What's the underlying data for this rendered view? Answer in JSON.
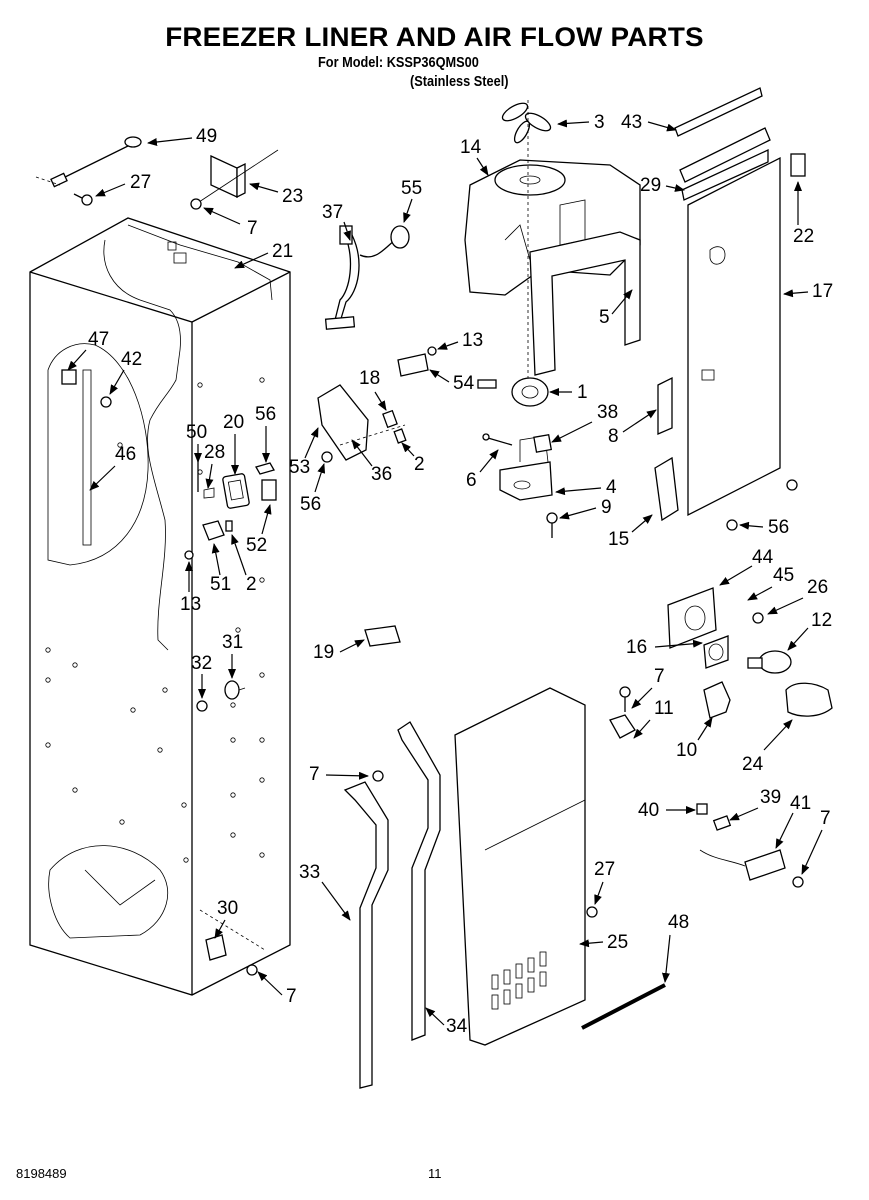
{
  "header": {
    "title": "FREEZER LINER AND AIR FLOW PARTS",
    "model_line": "For Model: KSSP36QMS00",
    "finish_line": "(Stainless Steel)"
  },
  "footer": {
    "document_number": "8198489",
    "page_number": "11"
  },
  "callouts": [
    {
      "id": "49",
      "text": "49"
    },
    {
      "id": "27a",
      "text": "27"
    },
    {
      "id": "23",
      "text": "23"
    },
    {
      "id": "7a",
      "text": "7"
    },
    {
      "id": "21",
      "text": "21"
    },
    {
      "id": "37",
      "text": "37"
    },
    {
      "id": "55",
      "text": "55"
    },
    {
      "id": "3",
      "text": "3"
    },
    {
      "id": "14",
      "text": "14"
    },
    {
      "id": "43",
      "text": "43"
    },
    {
      "id": "29",
      "text": "29"
    },
    {
      "id": "22",
      "text": "22"
    },
    {
      "id": "17",
      "text": "17"
    },
    {
      "id": "5",
      "text": "5"
    },
    {
      "id": "13a",
      "text": "13"
    },
    {
      "id": "54",
      "text": "54"
    },
    {
      "id": "47",
      "text": "47"
    },
    {
      "id": "42",
      "text": "42"
    },
    {
      "id": "18",
      "text": "18"
    },
    {
      "id": "1",
      "text": "1"
    },
    {
      "id": "38",
      "text": "38"
    },
    {
      "id": "8",
      "text": "8"
    },
    {
      "id": "50",
      "text": "50"
    },
    {
      "id": "20",
      "text": "20"
    },
    {
      "id": "56a",
      "text": "56"
    },
    {
      "id": "28",
      "text": "28"
    },
    {
      "id": "46",
      "text": "46"
    },
    {
      "id": "53",
      "text": "53"
    },
    {
      "id": "36",
      "text": "36"
    },
    {
      "id": "2a",
      "text": "2"
    },
    {
      "id": "6",
      "text": "6"
    },
    {
      "id": "56b",
      "text": "56"
    },
    {
      "id": "4",
      "text": "4"
    },
    {
      "id": "9",
      "text": "9"
    },
    {
      "id": "15",
      "text": "15"
    },
    {
      "id": "56c",
      "text": "56"
    },
    {
      "id": "52",
      "text": "52"
    },
    {
      "id": "51",
      "text": "51"
    },
    {
      "id": "2b",
      "text": "2"
    },
    {
      "id": "13b",
      "text": "13"
    },
    {
      "id": "44",
      "text": "44"
    },
    {
      "id": "45",
      "text": "45"
    },
    {
      "id": "26",
      "text": "26"
    },
    {
      "id": "12",
      "text": "12"
    },
    {
      "id": "16",
      "text": "16"
    },
    {
      "id": "19",
      "text": "19"
    },
    {
      "id": "31",
      "text": "31"
    },
    {
      "id": "32",
      "text": "32"
    },
    {
      "id": "7b",
      "text": "7"
    },
    {
      "id": "11",
      "text": "11"
    },
    {
      "id": "10",
      "text": "10"
    },
    {
      "id": "24",
      "text": "24"
    },
    {
      "id": "7c",
      "text": "7"
    },
    {
      "id": "40",
      "text": "40"
    },
    {
      "id": "39",
      "text": "39"
    },
    {
      "id": "41",
      "text": "41"
    },
    {
      "id": "7d",
      "text": "7"
    },
    {
      "id": "33",
      "text": "33"
    },
    {
      "id": "27b",
      "text": "27"
    },
    {
      "id": "30",
      "text": "30"
    },
    {
      "id": "48",
      "text": "48"
    },
    {
      "id": "25",
      "text": "25"
    },
    {
      "id": "7e",
      "text": "7"
    },
    {
      "id": "34",
      "text": "34"
    }
  ]
}
